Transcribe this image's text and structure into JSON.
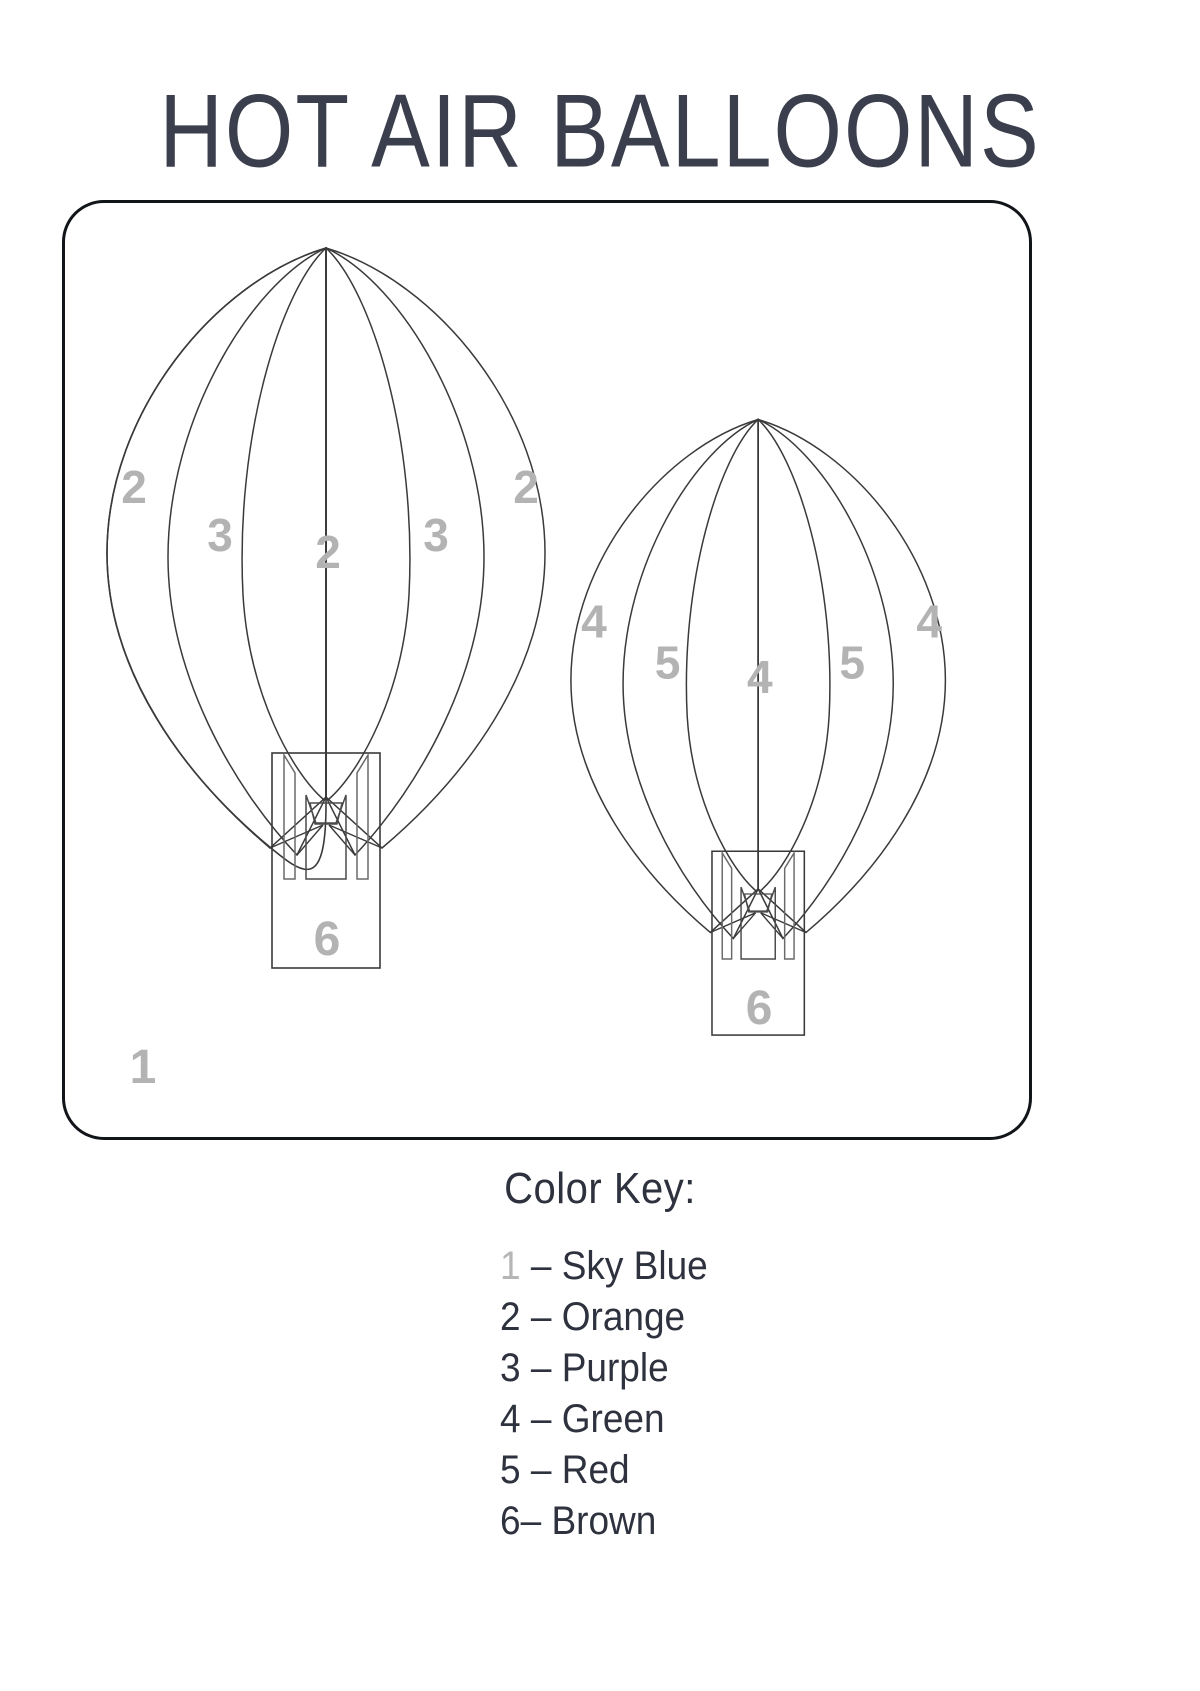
{
  "page": {
    "title": "HOT AIR BALLOONS",
    "title_color": "#3b3f4d",
    "background_color": "#ffffff",
    "frame_border_color": "#111418",
    "number_label_color": "#b3b3b3"
  },
  "scene": {
    "background_label": "1",
    "balloons": [
      {
        "name": "left-balloon",
        "gore_labels": [
          "2",
          "3",
          "2",
          "3",
          "2"
        ],
        "basket_label": "6"
      },
      {
        "name": "right-balloon",
        "gore_labels": [
          "4",
          "5",
          "4",
          "5",
          "4"
        ],
        "basket_label": "6"
      }
    ]
  },
  "color_key": {
    "heading": "Color Key:",
    "entries": [
      {
        "number": "1",
        "separator": " – ",
        "color_name": "Sky Blue",
        "number_style": "light"
      },
      {
        "number": "2",
        "separator": " – ",
        "color_name": "Orange",
        "number_style": "dark"
      },
      {
        "number": "3",
        "separator": " – ",
        "color_name": "Purple",
        "number_style": "dark"
      },
      {
        "number": "4",
        "separator": " – ",
        "color_name": "Green",
        "number_style": "dark"
      },
      {
        "number": "5",
        "separator": " – ",
        "color_name": "Red",
        "number_style": "dark"
      },
      {
        "number": "6",
        "separator": "– ",
        "color_name": "Brown",
        "number_style": "dark"
      }
    ]
  }
}
